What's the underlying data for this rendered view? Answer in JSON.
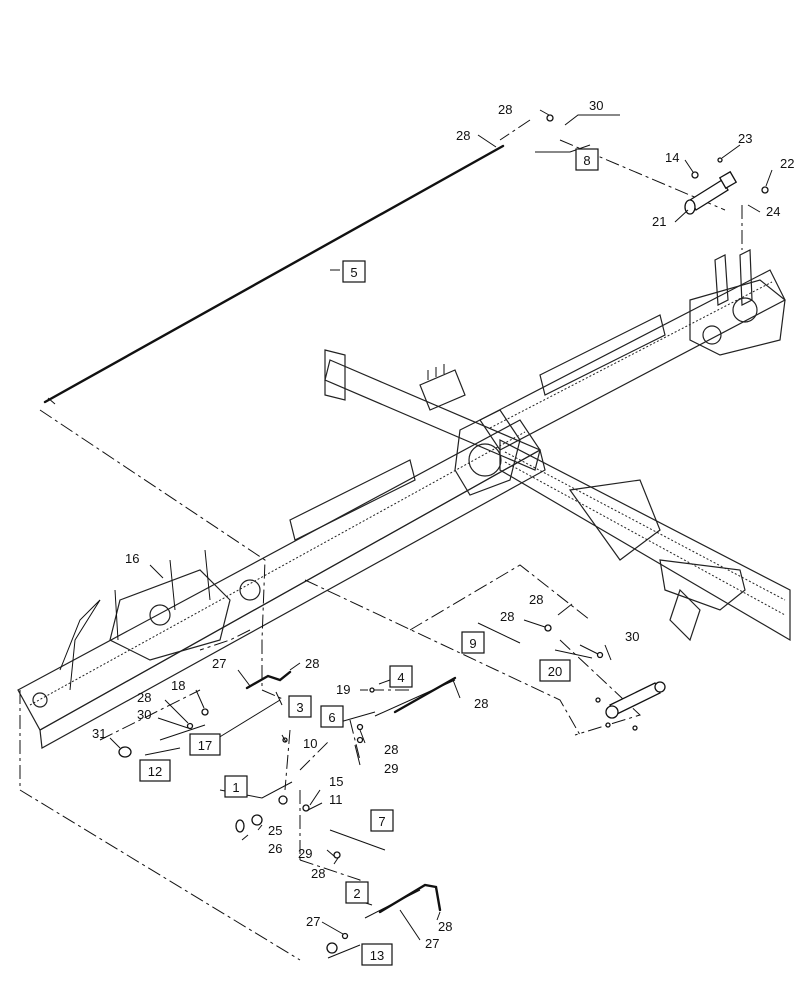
{
  "boxed_callouts": [
    "8",
    "5",
    "9",
    "20",
    "4",
    "17",
    "3",
    "6",
    "12",
    "1",
    "7",
    "2",
    "13"
  ],
  "plain_callouts": [
    "28",
    "30",
    "28",
    "14",
    "23",
    "22",
    "24",
    "21",
    "16",
    "28",
    "28",
    "30",
    "27",
    "28",
    "18",
    "28",
    "30",
    "19",
    "28",
    "31",
    "10",
    "28",
    "29",
    "15",
    "11",
    "25",
    "26",
    "29",
    "28",
    "27",
    "28",
    "27"
  ]
}
